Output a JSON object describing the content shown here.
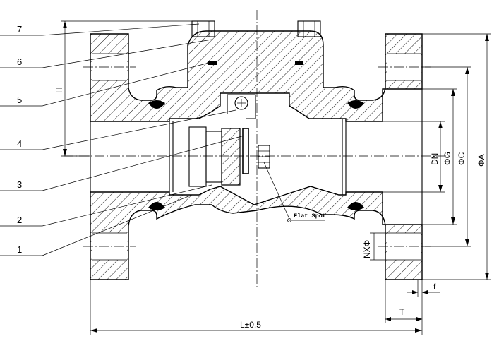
{
  "parts": [
    {
      "number": "7"
    },
    {
      "number": "6"
    },
    {
      "number": "5"
    },
    {
      "number": "4"
    },
    {
      "number": "3"
    },
    {
      "number": "2"
    },
    {
      "number": "1"
    }
  ],
  "dimensions": {
    "height": "H",
    "dn": "DN",
    "g": "ΦG",
    "c": "ΦC",
    "a": "ΦA",
    "bolt_holes": "NXΦ",
    "f": "f",
    "t": "T",
    "length": "L±0.5"
  },
  "annotations": {
    "flat_spot": "Flat Spot"
  }
}
